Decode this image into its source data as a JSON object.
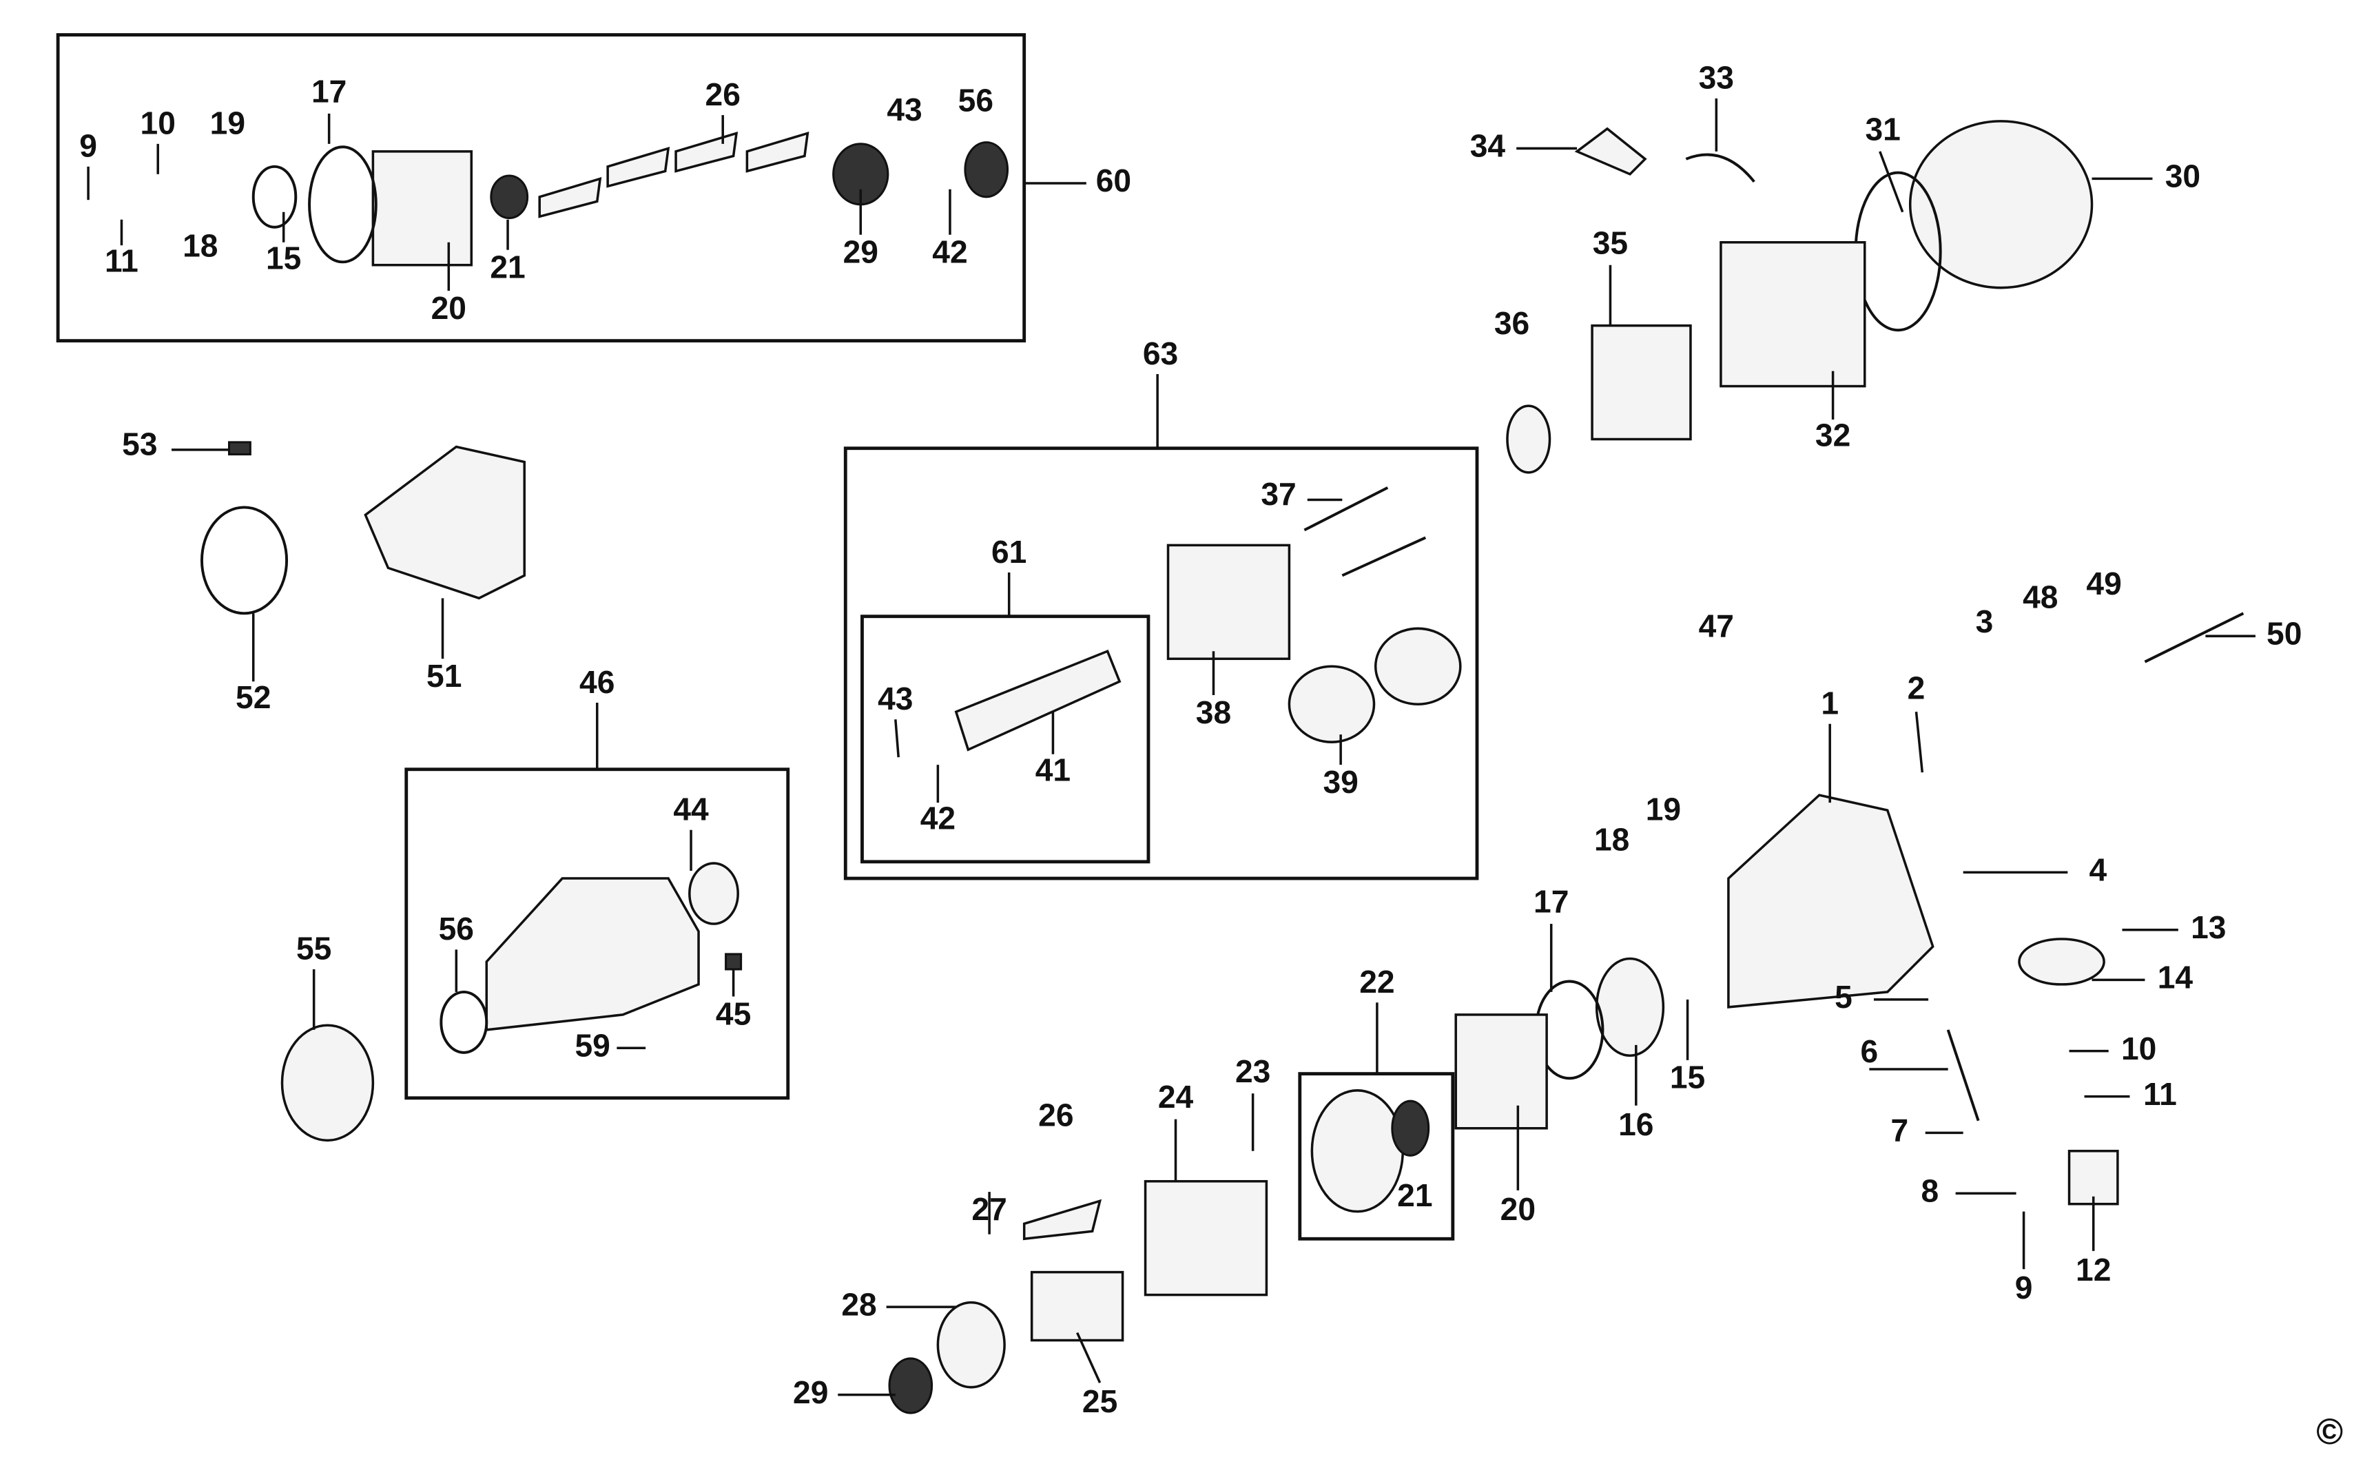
{
  "diagram": {
    "type": "exploded-parts-diagram",
    "labels": [
      "9",
      "10",
      "19",
      "17",
      "26",
      "43",
      "56",
      "60",
      "11",
      "18",
      "15",
      "20",
      "21",
      "29",
      "42",
      "33",
      "34",
      "31",
      "30",
      "35",
      "36",
      "32",
      "63",
      "53",
      "37",
      "61",
      "38",
      "41",
      "43",
      "42",
      "39",
      "52",
      "51",
      "46",
      "44",
      "56",
      "45",
      "59",
      "55",
      "47",
      "3",
      "48",
      "49",
      "50",
      "1",
      "2",
      "19",
      "18",
      "4",
      "17",
      "13",
      "22",
      "14",
      "5",
      "15",
      "16",
      "6",
      "10",
      "11",
      "7",
      "23",
      "24",
      "26",
      "20",
      "21",
      "8",
      "12",
      "9",
      "27",
      "28",
      "29",
      "25"
    ],
    "copyright_symbol": "©"
  }
}
